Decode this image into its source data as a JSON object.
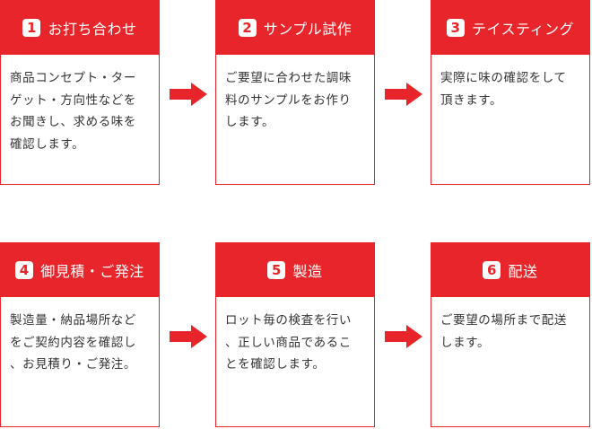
{
  "colors": {
    "accent": "#e8252a",
    "body_text": "#333333"
  },
  "steps": [
    {
      "number": "1",
      "title": "お打ち合わせ",
      "description": "商品コンセプト・ター\nゲット・方向性などを\nお聞きし、求める味を\n確認します。"
    },
    {
      "number": "2",
      "title": "サンプル試作",
      "description": "ご要望に合わせた調味\n料のサンプルをお作り\nします。"
    },
    {
      "number": "3",
      "title": "テイスティング",
      "description": "実際に味の確認をして\n頂きます。"
    },
    {
      "number": "4",
      "title": "御見積・ご発注",
      "description": "製造量・納品場所など\nをご契約内容を確認し\n、お見積り・ご発注。"
    },
    {
      "number": "5",
      "title": "製造",
      "description": "ロット毎の検査を行い\n、正しい商品であるこ\nとを確認します。"
    },
    {
      "number": "6",
      "title": "配送",
      "description": "ご要望の場所まで配送\nします。"
    }
  ]
}
